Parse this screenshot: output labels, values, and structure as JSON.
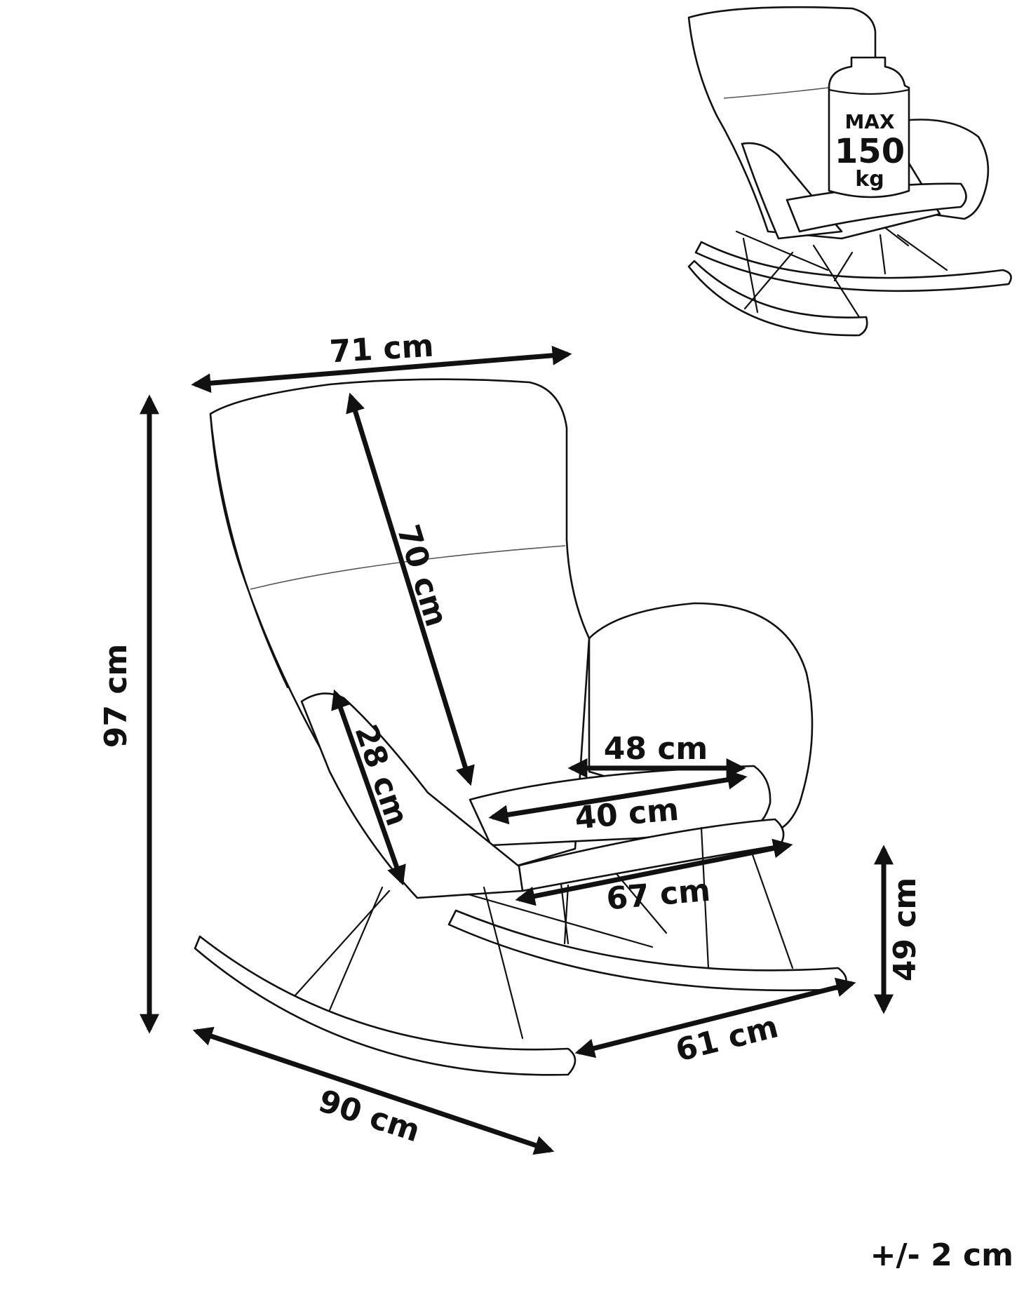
{
  "dimensions": {
    "overall_width": "71 cm",
    "overall_height": "97 cm",
    "backrest_height": "70 cm",
    "armrest_height": "28 cm",
    "seat_depth": "48 cm",
    "seat_width": "40 cm",
    "front_width": "67 cm",
    "seat_height": "49 cm",
    "base_width": "61 cm",
    "base_depth": "90 cm"
  },
  "weight_limit": {
    "line1": "MAX",
    "line2": "150",
    "line3": "kg"
  },
  "tolerance": "+/- 2 cm",
  "colors": {
    "line": "#111111",
    "background": "#ffffff"
  }
}
